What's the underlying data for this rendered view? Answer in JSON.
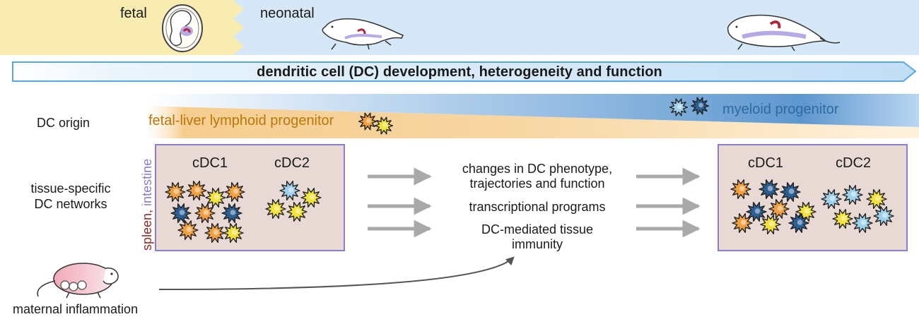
{
  "stages": {
    "fetal": "fetal",
    "neonatal": "neonatal"
  },
  "banner": "dendritic cell (DC) development, heterogeneity and function",
  "origin": {
    "label": "DC origin",
    "lymphoid": "fetal-liver lymphoid progenitor",
    "myeloid": "myeloid progenitor"
  },
  "networks": {
    "label_line1": "tissue-specific",
    "label_line2": "DC networks",
    "side_spleen": "spleen,",
    "side_intestine": "intestine",
    "left_cdc1": "cDC1",
    "left_cdc2": "cDC2",
    "right_cdc1": "cDC1",
    "right_cdc2": "cDC2"
  },
  "changes": {
    "line1a": "changes in DC phenotype,",
    "line1b": "trajectories and function",
    "line2": "transcriptional programs",
    "line3a": "DC-mediated tissue",
    "line3b": "immunity"
  },
  "maternal": "maternal inflammation",
  "colors": {
    "fetal_bg": "#f8ecb0",
    "neonatal_bg": "#d6e8f8",
    "banner_fill": "#cfe5f7",
    "banner_stroke": "#5aa6e0",
    "lymphoid_orange": "#f5c98a",
    "myeloid_blue": "#5e97cf",
    "box_fill": "#e9d9d4",
    "box_stroke": "#8b7ec8",
    "spleen_text": "#8a2b2b",
    "intestine_text": "#8b7ec8",
    "cell_orange": "#f0a040",
    "cell_yellow": "#f2e23a",
    "cell_darkblue": "#2c5f93",
    "cell_lightblue": "#9fd0ea",
    "arrow_gray": "#a9a9a9",
    "lymphoid_text": "#b8780c",
    "myeloid_text": "#2f6aa0"
  }
}
